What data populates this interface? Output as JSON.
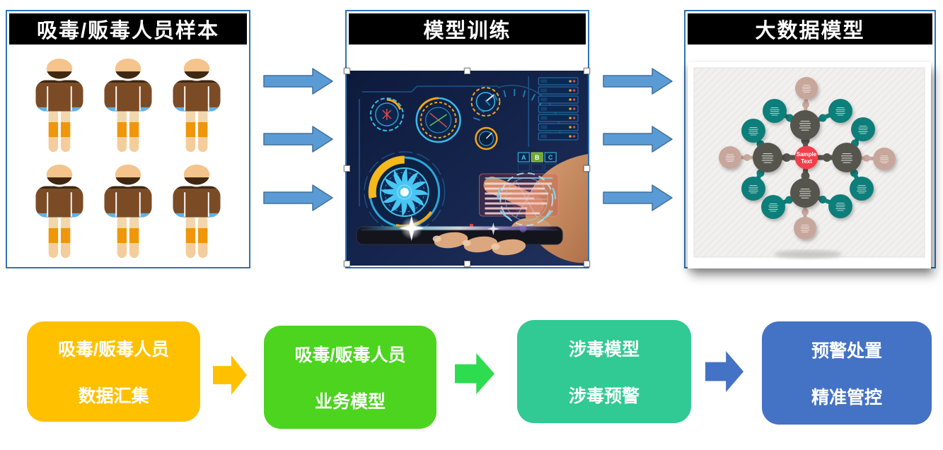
{
  "panels": {
    "sample": {
      "title": "吸毒/贩毒人员样本",
      "person_count": 6
    },
    "training": {
      "title": "模型训练",
      "hud_letters": [
        "A",
        "B",
        "C"
      ]
    },
    "bigdata": {
      "title": "大数据模型",
      "center_label_line1": "Sample",
      "center_label_line2": "Text"
    }
  },
  "flow": {
    "steps": [
      {
        "line1": "吸毒/贩毒人员",
        "line2": "数据汇集",
        "fill": "#FFC000"
      },
      {
        "line1": "吸毒/贩毒人员",
        "line2": "业务模型",
        "fill": "#4CD41F"
      },
      {
        "line1": "涉毒模型",
        "line2": "涉毒预警",
        "fill": "#31C994"
      },
      {
        "line1": "预警处置",
        "line2": "精准管控",
        "fill": "#4472C4"
      }
    ],
    "arrows": [
      {
        "fill": "#FFC000"
      },
      {
        "fill": "#2EDC50"
      },
      {
        "fill": "#4472C4"
      }
    ]
  },
  "colors": {
    "panel_border": "#2E74B5",
    "header_bg": "#000000",
    "header_text": "#FFFFFF",
    "top_arrow_fill": "#5B9BD5",
    "top_arrow_stroke": "#41719C",
    "person": {
      "head": "#F4C48C",
      "shoulders": "#40270F",
      "torso": "#7B4B26",
      "hand_tip": "#63B1E5",
      "hip": "#F2D6AC",
      "leg_band": "#F0960B",
      "feet": "#F4CD9C"
    },
    "diagram_nodes": {
      "center": "#F0404A",
      "primary": "#56544D",
      "secondary": "#117E7A",
      "outer": "#C7A69B"
    }
  }
}
